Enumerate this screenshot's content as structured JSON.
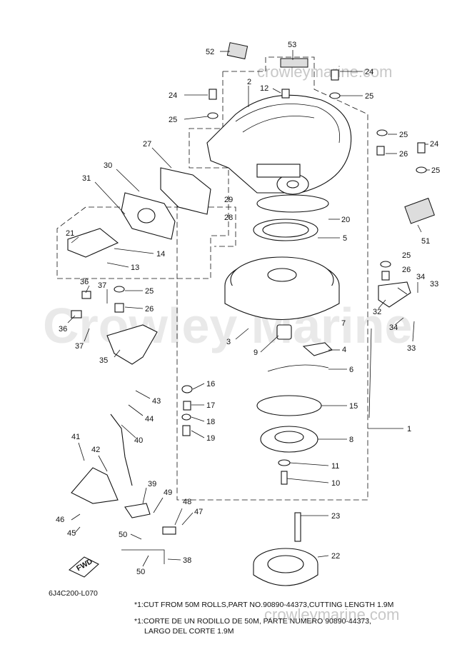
{
  "watermark": "Crowley Marine",
  "website": "crowleymarine.com",
  "diagram_code": "6J4C200-L070",
  "fwd_label": "FWD",
  "notes": {
    "line1": "*1:CUT FROM 50M ROLLS,PART NO.90890-44373,CUTTING LENGTH 1.9M",
    "line2": "*1:CORTE DE UN RODILLO DE 50M, PARTE NUMERO 90890-44373,",
    "line3": "LARGO DEL CORTE 1.9M"
  },
  "callouts": [
    "52",
    "53",
    "24",
    "2",
    "12",
    "25",
    "24",
    "25",
    "25",
    "26",
    "24",
    "25",
    "27",
    "30",
    "29",
    "28",
    "31",
    "20",
    "5",
    "51",
    "21",
    "14",
    "13",
    "25",
    "26",
    "34",
    "33",
    "36",
    "37",
    "25",
    "26",
    "32",
    "34",
    "33",
    "36",
    "37",
    "7",
    "3",
    "9",
    "4",
    "35",
    "6",
    "16",
    "43",
    "17",
    "44",
    "18",
    "19",
    "15",
    "1",
    "40",
    "41",
    "42",
    "8",
    "11",
    "10",
    "39",
    "49",
    "48",
    "47",
    "46",
    "45",
    "50",
    "23",
    "22",
    "38",
    "50"
  ]
}
